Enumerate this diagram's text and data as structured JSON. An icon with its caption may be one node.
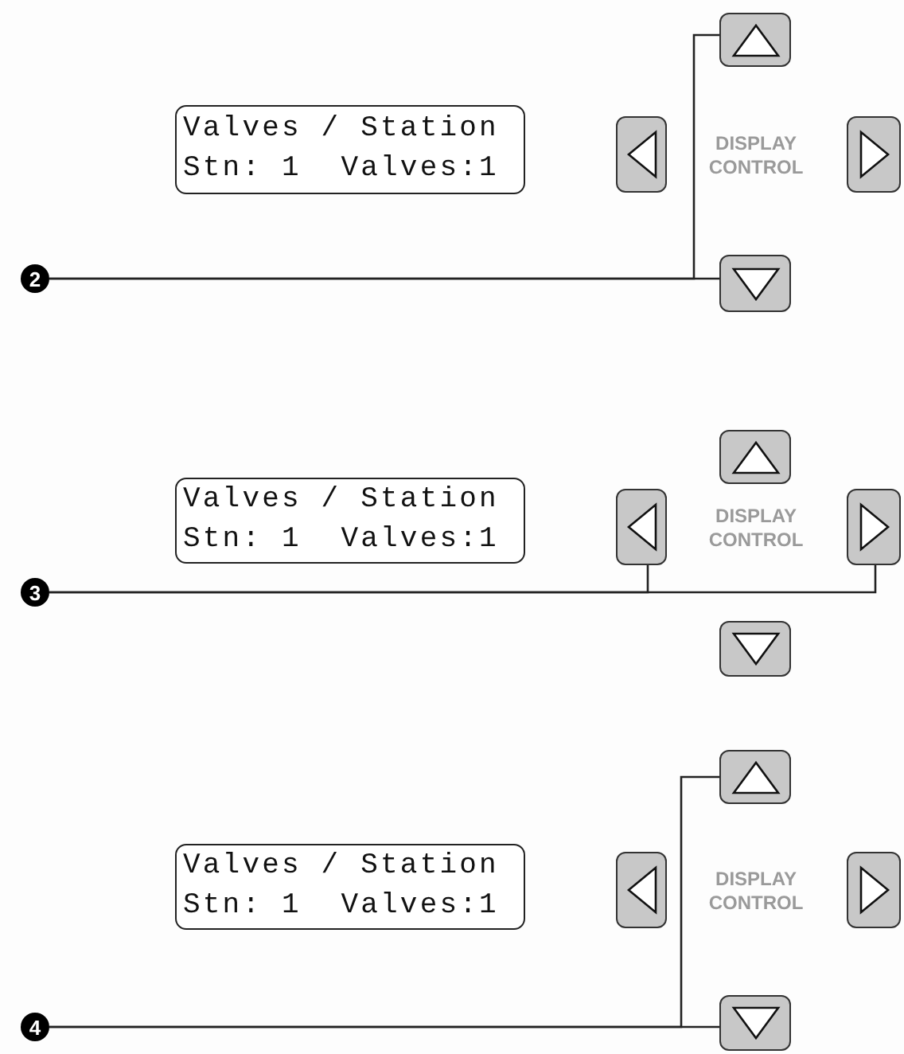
{
  "diagram": {
    "nodes": [
      {
        "text": [],
        "shape": "box"
      },
      {
        "text": [
          "Valves / Station",
          "Stn: 1  Valves:1"
        ]
      },
      {
        "text": [],
        "shape": "box"
      },
      {
        "text": [],
        "shape": "box"
      },
      {
        "text": [
          "2"
        ]
      },
      {
        "text": [],
        "shape": "box"
      },
      {
        "text": [],
        "shape": "box"
      },
      {
        "text": [
          "Valves / Station",
          "Stn: 1  Valves:1"
        ]
      },
      {
        "text": [],
        "shape": "box"
      },
      {
        "text": [],
        "shape": "box"
      },
      {
        "text": [
          "3"
        ]
      },
      {
        "text": [],
        "shape": "box"
      },
      {
        "text": [],
        "shape": "box"
      },
      {
        "text": [
          "Valves / Station",
          "Stn: 1  Valves:1"
        ]
      },
      {
        "text": [],
        "shape": "box"
      },
      {
        "text": [],
        "shape": "box"
      },
      {
        "text": [
          "4"
        ]
      },
      {
        "text": [],
        "shape": "box"
      }
    ],
    "edges": [
      {
        "from": 4,
        "to": 0,
        "arrow": "none"
      },
      {
        "from": 4,
        "to": 5,
        "arrow": "none"
      },
      {
        "from": 10,
        "to": 8,
        "arrow": "none"
      },
      {
        "from": 10,
        "to": 9,
        "arrow": "none"
      },
      {
        "from": 16,
        "to": 12,
        "arrow": "none"
      },
      {
        "from": 16,
        "to": 17,
        "arrow": "none"
      }
    ],
    "labels": [
      "DISPLAY CONTROL",
      "DISPLAY CONTROL",
      "DISPLAY CONTROL"
    ]
  }
}
